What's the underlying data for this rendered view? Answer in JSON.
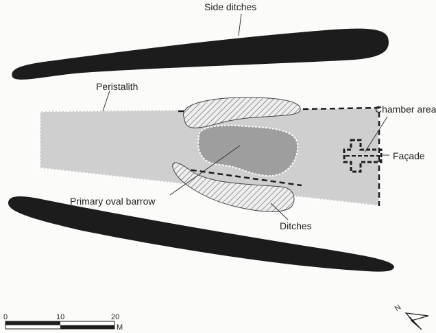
{
  "labels": {
    "side_ditches": "Side ditches",
    "peristalith": "Peristalith",
    "chamber_area": "Chamber area",
    "facade": "Façade",
    "primary_oval_barrow": "Primary oval barrow",
    "ditches": "Ditches"
  },
  "scale_bar": {
    "ticks": [
      "0",
      "10",
      "20"
    ],
    "unit": "M"
  },
  "north_arrow": {
    "label": "N"
  },
  "colors": {
    "ditch": "#1c1c1c",
    "mound": "#cfcfcf",
    "barrow": "#9e9e9e",
    "hatch": "#555555"
  }
}
